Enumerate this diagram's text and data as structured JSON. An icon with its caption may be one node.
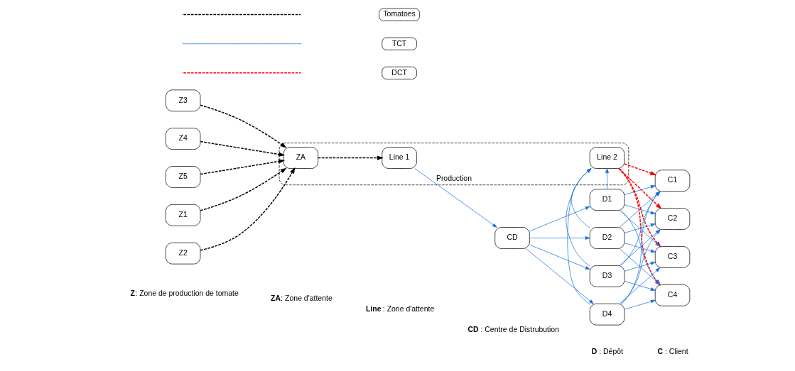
{
  "diagram": {
    "nodes": [
      {
        "text": [
          "Z1"
        ]
      },
      {
        "text": [
          "Z2"
        ]
      },
      {
        "text": [
          "Z3"
        ]
      },
      {
        "text": [
          "Z4"
        ]
      },
      {
        "text": [
          "Z5"
        ]
      },
      {
        "text": [
          "Production"
        ]
      },
      {
        "text": [
          "ZA"
        ],
        "in": 5
      },
      {
        "text": [
          "Line 1"
        ],
        "in": 5
      },
      {
        "text": [
          "Line 2"
        ],
        "in": 5
      },
      {
        "text": [
          "CD"
        ]
      },
      {
        "text": [
          "D1"
        ]
      },
      {
        "text": [
          "D2"
        ]
      },
      {
        "text": [
          "D3"
        ]
      },
      {
        "text": [
          "D4"
        ]
      },
      {
        "text": [
          "C1"
        ]
      },
      {
        "text": [
          "C2"
        ]
      },
      {
        "text": [
          "C3"
        ]
      },
      {
        "text": [
          "C4"
        ]
      }
    ],
    "edges": [
      {
        "from": 0,
        "to": 6,
        "arrow": "to",
        "style": "dashed",
        "color": "#000000"
      },
      {
        "from": 1,
        "to": 6,
        "arrow": "to",
        "style": "dashed",
        "color": "#000000"
      },
      {
        "from": 2,
        "to": 6,
        "arrow": "to",
        "style": "dashed",
        "color": "#000000"
      },
      {
        "from": 3,
        "to": 6,
        "arrow": "to",
        "style": "dashed",
        "color": "#000000"
      },
      {
        "from": 4,
        "to": 6,
        "arrow": "to",
        "style": "dashed",
        "color": "#000000"
      },
      {
        "from": 6,
        "to": 7,
        "arrow": "to",
        "style": "dashed",
        "color": "#000000"
      },
      {
        "from": 7,
        "to": 9,
        "arrow": "to"
      },
      {
        "from": 9,
        "to": 10,
        "arrow": "to"
      },
      {
        "from": 9,
        "to": 11,
        "arrow": "to"
      },
      {
        "from": 9,
        "to": 12,
        "arrow": "to"
      },
      {
        "from": 9,
        "to": 13,
        "arrow": "to"
      },
      {
        "from": 10,
        "to": 14,
        "arrow": "to"
      },
      {
        "from": 10,
        "to": 15,
        "arrow": "to"
      },
      {
        "from": 10,
        "to": 16,
        "arrow": "to"
      },
      {
        "from": 10,
        "to": 17,
        "arrow": "to"
      },
      {
        "from": 10,
        "to": 8,
        "arrow": "to"
      },
      {
        "from": 11,
        "to": 14,
        "arrow": "to"
      },
      {
        "from": 11,
        "to": 15,
        "arrow": "to"
      },
      {
        "from": 11,
        "to": 16,
        "arrow": "to"
      },
      {
        "from": 11,
        "to": 17,
        "arrow": "to"
      },
      {
        "from": 11,
        "to": 8,
        "arrow": "to"
      },
      {
        "from": 12,
        "to": 14,
        "arrow": "to"
      },
      {
        "from": 12,
        "to": 15,
        "arrow": "to"
      },
      {
        "from": 12,
        "to": 16,
        "arrow": "to"
      },
      {
        "from": 12,
        "to": 17,
        "arrow": "to"
      },
      {
        "from": 12,
        "to": 8,
        "arrow": "to"
      },
      {
        "from": 13,
        "to": 14,
        "arrow": "to"
      },
      {
        "from": 13,
        "to": 15,
        "arrow": "to"
      },
      {
        "from": 13,
        "to": 16,
        "arrow": "to"
      },
      {
        "from": 13,
        "to": 17,
        "arrow": "to"
      },
      {
        "from": 13,
        "to": 8,
        "arrow": "to"
      },
      {
        "from": 8,
        "to": 14,
        "arrow": "to",
        "style": "dashed",
        "color": "#ff0000"
      },
      {
        "from": 8,
        "to": 15,
        "arrow": "to",
        "style": "dashed",
        "color": "#ff0000"
      },
      {
        "from": 8,
        "to": 16,
        "arrow": "to",
        "style": "dashed",
        "color": "#ff0000"
      },
      {
        "from": 8,
        "to": 17,
        "arrow": "to",
        "style": "dashed",
        "color": "#ff0000"
      }
    ],
    "labels": [
      "**Z**: Zone de production de tomate",
      "**ZA**: Zone d'attente",
      "**Line** : Zone d'attente",
      "**CD** : Centre de Distrubution",
      "**D** : Dépôt",
      "**C** : Client"
    ],
    "legend": [
      {
        "text": "Tomatoes"
      },
      {
        "text": "TCT"
      },
      {
        "text": "DCT"
      }
    ]
  }
}
